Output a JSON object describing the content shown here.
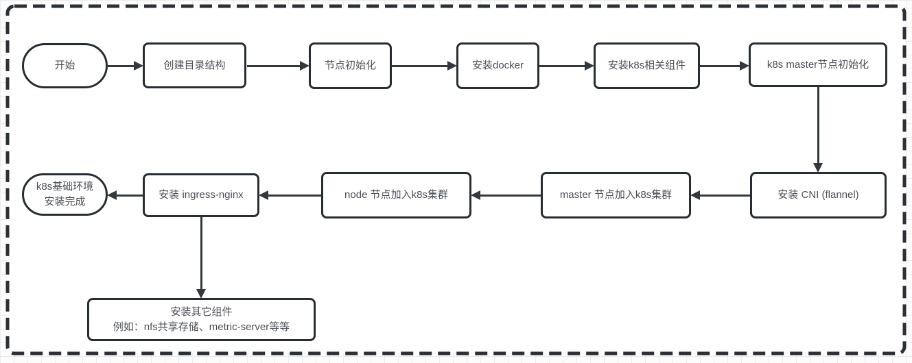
{
  "diagram": {
    "type": "flowchart",
    "colors": {
      "shape_stroke": "#272d34",
      "arrow": "#32383e",
      "text": "#4b5057",
      "shape_fill": "#ffffff",
      "canvas_grid": "#ececec",
      "frame_dash": "#2a3036"
    },
    "nodes": [
      {
        "id": "start",
        "shape": "terminator",
        "label": "开始"
      },
      {
        "id": "create-dirs",
        "shape": "process",
        "label": "创建目录结构"
      },
      {
        "id": "node-init",
        "shape": "process",
        "label": "节点初始化"
      },
      {
        "id": "install-docker",
        "shape": "process",
        "label": "安装docker"
      },
      {
        "id": "install-k8s-components",
        "shape": "process",
        "label": "安装k8s相关组件"
      },
      {
        "id": "k8s-master-init",
        "shape": "process",
        "label": "k8s master节点初始化"
      },
      {
        "id": "install-cni",
        "shape": "process",
        "label": "安装 CNI (flannel)"
      },
      {
        "id": "master-join-cluster",
        "shape": "process",
        "label": "master 节点加入k8s集群"
      },
      {
        "id": "node-join-cluster",
        "shape": "process",
        "label": "node 节点加入k8s集群"
      },
      {
        "id": "install-ingress-nginx",
        "shape": "process",
        "label": "安装 ingress-nginx"
      },
      {
        "id": "base-env-done",
        "shape": "terminator",
        "label": "k8s基础环境\n安装完成"
      },
      {
        "id": "install-other-components",
        "shape": "process",
        "label": "安装其它组件\n例如：nfs共享存储、metric-server等等"
      }
    ],
    "edges": [
      {
        "from": "start",
        "to": "create-dirs"
      },
      {
        "from": "create-dirs",
        "to": "node-init"
      },
      {
        "from": "node-init",
        "to": "install-docker"
      },
      {
        "from": "install-docker",
        "to": "install-k8s-components"
      },
      {
        "from": "install-k8s-components",
        "to": "k8s-master-init"
      },
      {
        "from": "k8s-master-init",
        "to": "install-cni"
      },
      {
        "from": "install-cni",
        "to": "master-join-cluster"
      },
      {
        "from": "master-join-cluster",
        "to": "node-join-cluster"
      },
      {
        "from": "node-join-cluster",
        "to": "install-ingress-nginx"
      },
      {
        "from": "install-ingress-nginx",
        "to": "base-env-done"
      },
      {
        "from": "install-ingress-nginx",
        "to": "install-other-components"
      }
    ]
  }
}
